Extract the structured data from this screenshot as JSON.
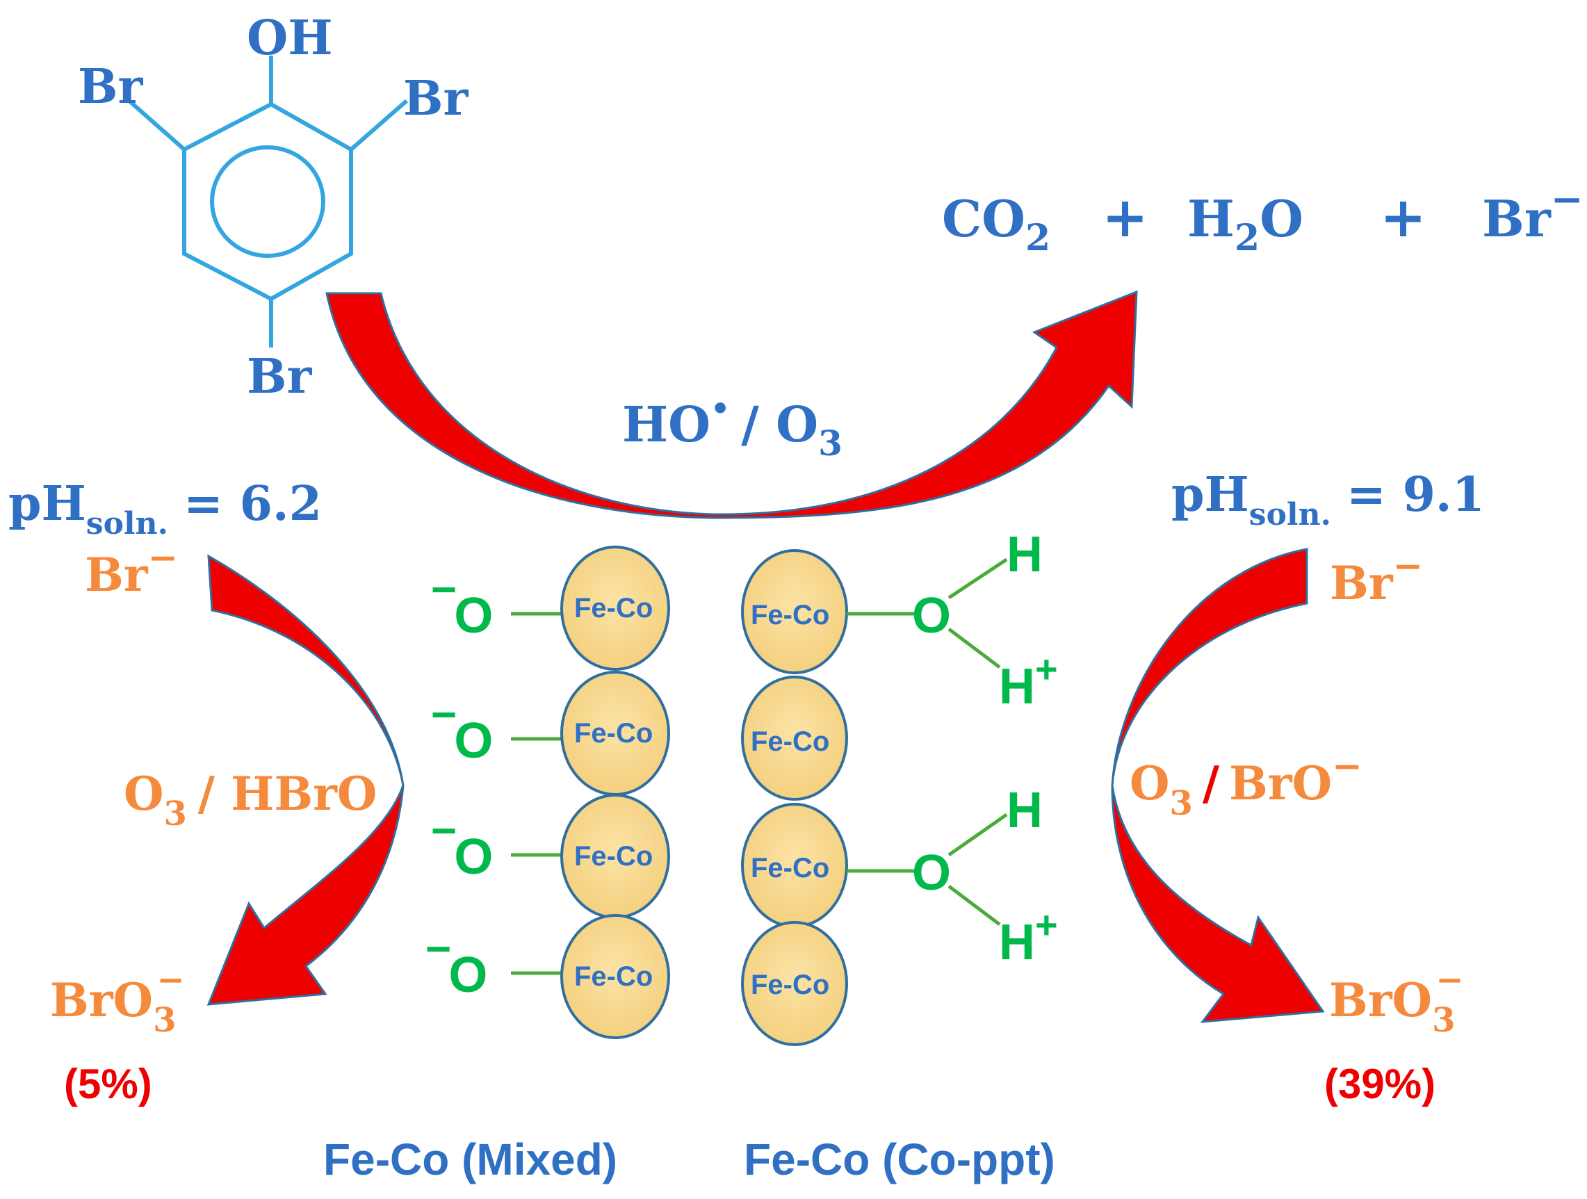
{
  "molecule": {
    "oh": "OH",
    "br_left": "Br",
    "br_right": "Br",
    "br_bottom": "Br"
  },
  "products": {
    "co2_main": "CO",
    "co2_sub": "2",
    "plus_1": "+",
    "h2o_h": "H",
    "h2o_sub": "2",
    "h2o_o": "O",
    "plus_2": "+",
    "br": "Br",
    "br_charge": "−"
  },
  "oxidant": {
    "ho": "HO",
    "radical": "•",
    "slash": "/ O",
    "o3_sub": "3"
  },
  "left": {
    "ph_main": "pH",
    "ph_sub": "soln.",
    "ph_value": "= 6.2",
    "bromide": "Br",
    "bromide_charge": "−",
    "reagent_o": "O",
    "reagent_sub": "3",
    "reagent_rest": "/ HBrO",
    "bromate": "BrO",
    "bromate_sub": "3",
    "bromate_charge": "−",
    "yield": "(5%)"
  },
  "right": {
    "ph_main": "pH",
    "ph_sub": "soln.",
    "ph_value": "= 9.1",
    "bromide": "Br",
    "bromide_charge": "−",
    "reagent_o": "O",
    "reagent_sub": "3",
    "reagent_slash": "/",
    "reagent_rest": "BrO",
    "reagent_charge": "−",
    "bromate": "BrO",
    "bromate_sub": "3",
    "bromate_charge": "−",
    "yield": "(39%)"
  },
  "particles": {
    "label": "Fe-Co",
    "oxide_o": "O",
    "oxide_charge": "−",
    "h": "H",
    "h_plus": "H",
    "plus": "+"
  },
  "captions": {
    "mixed": "Fe-Co (Mixed)",
    "coppt": "Fe-Co (Co-ppt)"
  },
  "colors": {
    "blue": "#2f6fc4",
    "orange": "#f58a3c",
    "red": "#ee0000",
    "green": "#00b94a",
    "particle_fill": "#f7d68a",
    "particle_stroke": "#2f6f9f",
    "arrow_red": "#ee0000",
    "arrow_outline": "#2f6f9f",
    "ring": "#33a6e0"
  }
}
